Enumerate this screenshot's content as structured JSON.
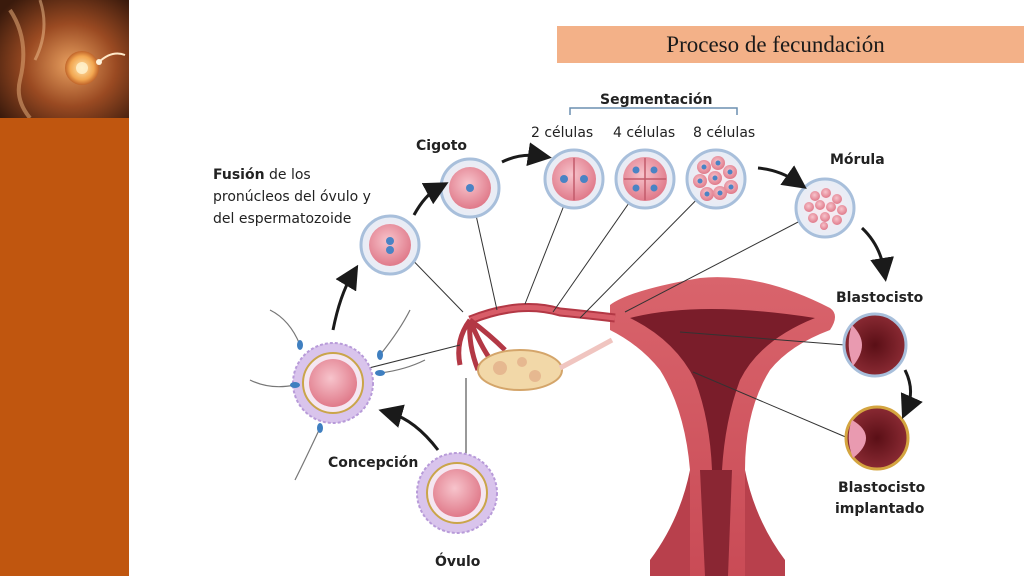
{
  "slide": {
    "title": "Proceso de fecundación"
  },
  "diagram": {
    "segmentacion": "Segmentación",
    "dos_celulas": "2 células",
    "cuatro_celulas": "4 células",
    "ocho_celulas": "8 células",
    "cigoto": "Cigoto",
    "fusion_bold": "Fusión",
    "fusion_rest": " de los",
    "fusion_line2": "pronúcleos del óvulo y",
    "fusion_line3": "del espermatozoide",
    "morula": "Mórula",
    "blastocisto": "Blastocisto",
    "blastocisto_impl_1": "Blastocisto",
    "blastocisto_impl_2": "implantado",
    "concepcion": "Concepción",
    "ovulo": "Óvulo"
  },
  "colors": {
    "sidebar": "#c0560f",
    "title_bg": "#f3b188",
    "cell_pink": "#e98a98",
    "cell_border": "#9fb8d6",
    "uterus": "#c9535c"
  }
}
